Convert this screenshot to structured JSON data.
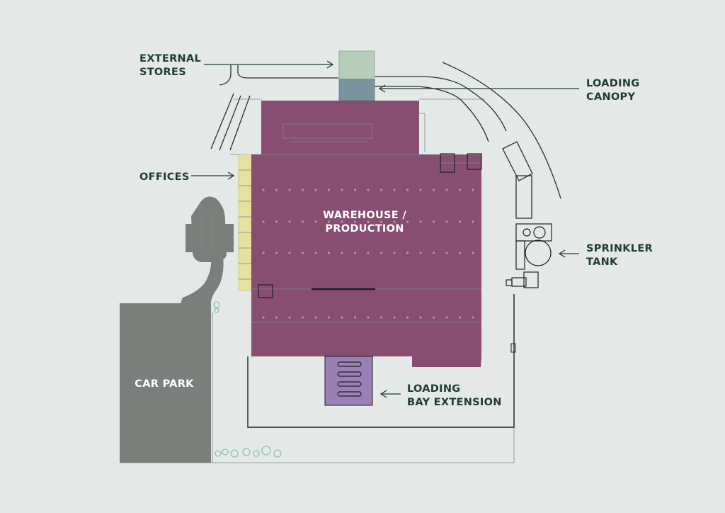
{
  "labels": {
    "external_stores": [
      "EXTERNAL",
      "STORES"
    ],
    "loading_canopy": [
      "LOADING",
      "CANOPY"
    ],
    "offices": "OFFICES",
    "warehouse": [
      "WAREHOUSE /",
      "PRODUCTION"
    ],
    "sprinkler_tank": [
      "SPRINKLER",
      "TANK"
    ],
    "car_park": "CAR PARK",
    "loading_bay_extension": [
      "LOADING",
      "BAY EXTENSION"
    ]
  },
  "colors": {
    "background": "#e4e9e8",
    "warehouse": "#874e72",
    "offices": "#e6e19d",
    "car_park": "#7b7f7b",
    "loading_bay": "#9b7fb5",
    "external_stores": "#b6cdb9",
    "loading_canopy": "#7a95a0",
    "label_text": "#1f3b34",
    "trees": "#8fc0ad"
  }
}
